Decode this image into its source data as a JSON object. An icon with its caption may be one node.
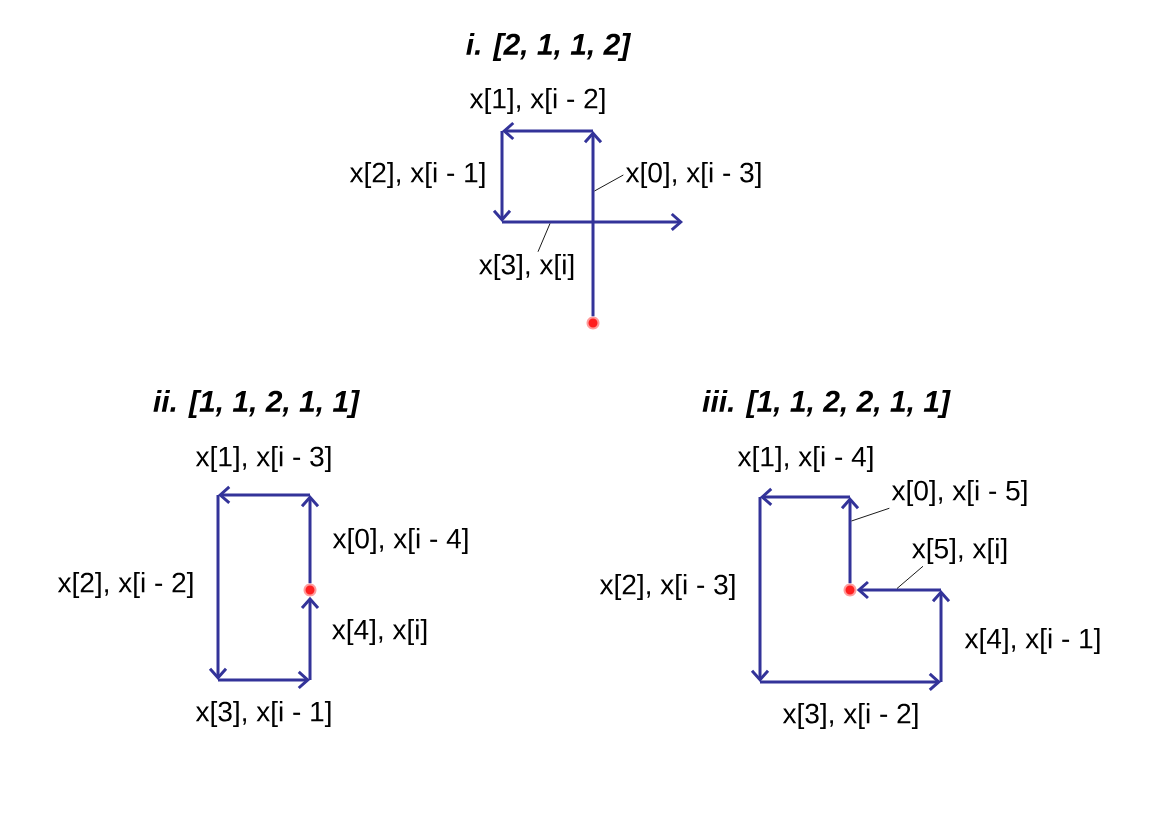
{
  "diagram": {
    "nodes": [
      {
        "text": [],
        "shape": "circle"
      },
      {
        "text": [
          "x[0], x[i - 3]"
        ]
      },
      {
        "text": [
          "x[3], x[i]"
        ]
      },
      {
        "text": [],
        "shape": "circle"
      },
      {
        "text": [],
        "shape": "circle"
      },
      {
        "text": [
          "x[0], x[i - 5]"
        ]
      },
      {
        "text": [
          "x[5], x[i]"
        ]
      }
    ],
    "edges": [
      {
        "from": 0,
        "to": null,
        "arrow": "to",
        "style": "thick",
        "color": "#333399"
      },
      {
        "from": 1,
        "to": null,
        "arrow": "none"
      },
      {
        "from": 2,
        "to": null,
        "arrow": "none"
      },
      {
        "from": 3,
        "to": 3,
        "arrow": "to",
        "style": "thick",
        "color": "#333399"
      },
      {
        "from": 4,
        "to": 4,
        "arrow": "to",
        "style": "thick",
        "color": "#333399"
      },
      {
        "from": 5,
        "to": null,
        "arrow": "none"
      },
      {
        "from": 6,
        "to": null,
        "arrow": "none"
      }
    ],
    "labels": [
      "i. [2, 1, 1, 2]",
      "x[1], x[i - 2]",
      "x[2], x[i - 1]",
      "ii. [1, 1, 2, 1, 1]",
      "x[0], x[i - 4]",
      "x[1], x[i - 3]",
      "x[2], x[i - 2]",
      "x[3], x[i - 1]",
      "x[4], x[i]",
      "iii. [1, 1, 2, 2, 1, 1]",
      "x[1], x[i - 4]",
      "x[2], x[i - 3]",
      "x[3], x[i - 2]",
      "x[4], x[i - 1]"
    ]
  }
}
